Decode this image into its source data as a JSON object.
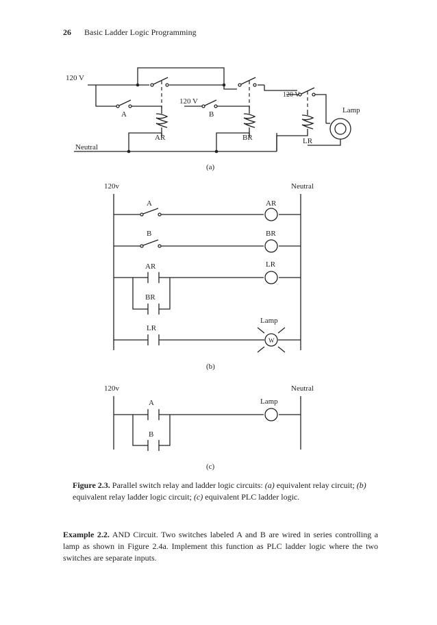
{
  "header": {
    "page_number": "26",
    "running_title": "Basic Ladder Logic Programming"
  },
  "figure_a": {
    "supply_label_main": "120 V",
    "supply_label_b": "120 V",
    "supply_label_lr": "120 V",
    "neutral_label": "Neutral",
    "switch_a": "A",
    "switch_b": "B",
    "coil_ar": "AR",
    "coil_br": "BR",
    "coil_lr": "LR",
    "lamp": "Lamp",
    "panel_label": "(a)"
  },
  "figure_b": {
    "rail_left": "120v",
    "rail_right": "Neutral",
    "rung1_input": "A",
    "rung1_output": "AR",
    "rung2_input": "B",
    "rung2_output": "BR",
    "rung3_input_1": "AR",
    "rung3_input_2": "BR",
    "rung3_output": "LR",
    "rung4_input": "LR",
    "rung4_output": "Lamp",
    "lamp_symbol": "W",
    "panel_label": "(b)"
  },
  "figure_c": {
    "rail_left": "120v",
    "rail_right": "Neutral",
    "input_1": "A",
    "input_2": "B",
    "output": "Lamp",
    "panel_label": "(c)"
  },
  "caption": {
    "label": "Figure 2.3.",
    "text_1": " Parallel switch relay and ladder logic circuits: ",
    "part_a": "(a)",
    "text_2": " equivalent relay circuit; ",
    "part_b": "(b)",
    "text_3": " equivalent relay ladder logic circuit; ",
    "part_c": "(c)",
    "text_4": " equivalent PLC ladder logic."
  },
  "example": {
    "label": "Example 2.2.",
    "text": " AND Circuit. Two switches labeled A and B are wired in series controlling a lamp as shown in Figure 2.4a. Implement this function as PLC ladder logic where the two switches are separate inputs."
  }
}
